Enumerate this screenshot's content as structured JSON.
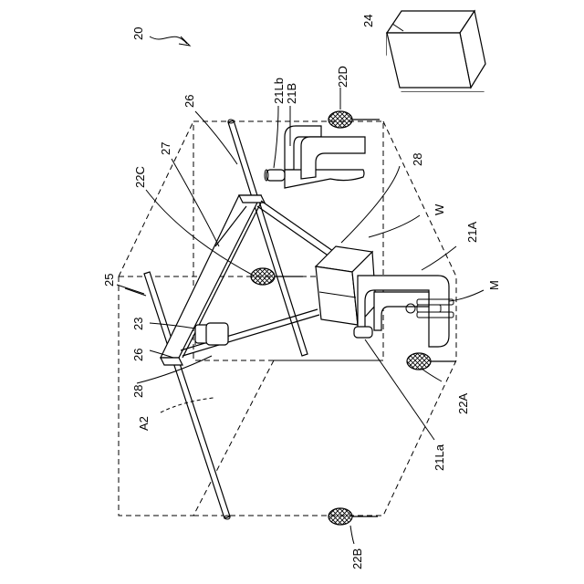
{
  "figure": {
    "labels": {
      "l20": "20",
      "l24": "24",
      "l22D": "22D",
      "l21Lb": "21Lb",
      "l21B": "21B",
      "l26top": "26",
      "l27": "27",
      "l22C": "22C",
      "l28top": "28",
      "lW": "W",
      "l21A": "21A",
      "lM": "M",
      "l25": "25",
      "l23": "23",
      "l26left": "26",
      "l28left": "28",
      "lA2": "A2",
      "l22A": "22A",
      "l21La": "21La",
      "l22B": "22B"
    },
    "colors": {
      "line": "#000000",
      "background": "#ffffff"
    }
  }
}
